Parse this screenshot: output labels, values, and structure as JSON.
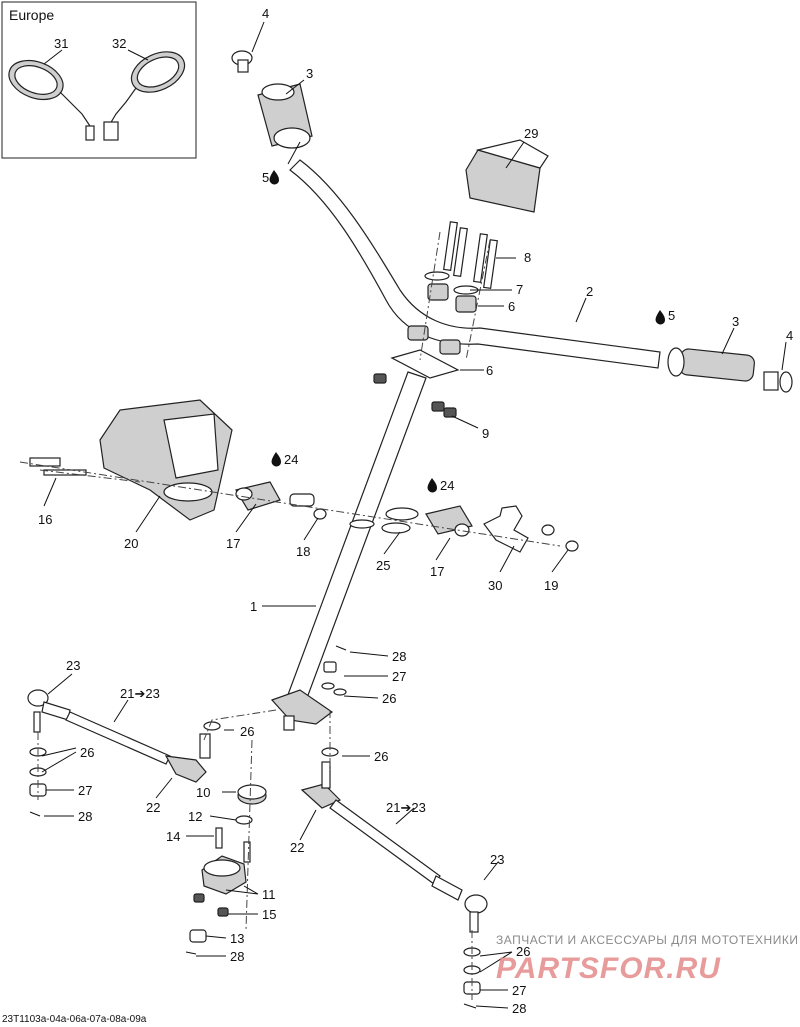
{
  "inset": {
    "title": "Europe"
  },
  "drawing_number": "23T1103a-04a-06a-07a-08a-09a",
  "watermark": {
    "tagline": "ЗАПЧАСТИ И АКСЕССУАРЫ ДЛЯ МОТОТЕХНИКИ",
    "brand": "PARTSFOR.RU"
  },
  "callouts": {
    "c1": "1",
    "c2": "2",
    "c3_left": "3",
    "c3_right": "3",
    "c4_left": "4",
    "c4_right": "4",
    "c5_left": "5",
    "c5_right": "5",
    "c6_upper": "6",
    "c6_lower": "6",
    "c7": "7",
    "c8": "8",
    "c9": "9",
    "c10": "10",
    "c11": "11",
    "c12": "12",
    "c13": "13",
    "c14": "14",
    "c15": "15",
    "c16": "16",
    "c17_left": "17",
    "c17_right": "17",
    "c18": "18",
    "c19": "19",
    "c20": "20",
    "c21_left": "21➔23",
    "c21_right": "21➔23",
    "c22_left": "22",
    "c22_right": "22",
    "c23_left": "23",
    "c23_right": "23",
    "c24_left": "24",
    "c24_right": "24",
    "c25": "25",
    "c26_a": "26",
    "c26_b": "26",
    "c26_c": "26",
    "c26_d": "26",
    "c26_e": "26",
    "c27_a": "27",
    "c27_b": "27",
    "c27_c": "27",
    "c28_a": "28",
    "c28_b": "28",
    "c28_c": "28",
    "c28_d": "28",
    "c29": "29",
    "c30": "30",
    "c31": "31",
    "c32": "32"
  }
}
